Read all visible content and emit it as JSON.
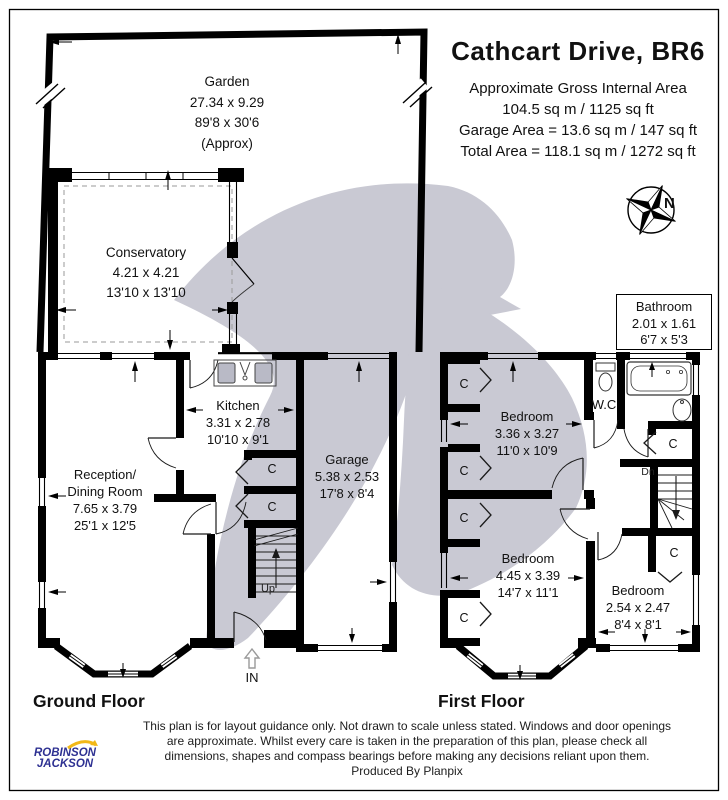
{
  "header": {
    "title": "Cathcart Drive, BR6",
    "line1": "Approximate Gross Internal Area",
    "line2": "104.5 sq m / 1125 sq ft",
    "line3": "Garage Area = 13.6 sq m / 147 sq ft",
    "line4": "Total Area = 118.1 sq m / 1272 sq ft"
  },
  "compass": {
    "north": "N"
  },
  "ground_floor": {
    "label": "Ground Floor",
    "garden": {
      "name": "Garden",
      "metric": "27.34 x 9.29",
      "imperial": "89'8 x 30'6",
      "note": "(Approx)"
    },
    "conservatory": {
      "name": "Conservatory",
      "metric": "4.21 x 4.21",
      "imperial": "13'10 x 13'10"
    },
    "kitchen": {
      "name": "Kitchen",
      "metric": "3.31 x 2.78",
      "imperial": "10'10 x 9'1"
    },
    "garage": {
      "name": "Garage",
      "metric": "5.38 x 2.53",
      "imperial": "17'8 x 8'4"
    },
    "reception": {
      "name_line1": "Reception/",
      "name_line2": "Dining Room",
      "metric": "7.65 x 3.79",
      "imperial": "25'1 x 12'5"
    },
    "stairs_label": "Up",
    "entrance_label": "IN"
  },
  "first_floor": {
    "label": "First Floor",
    "bathroom": {
      "name": "Bathroom",
      "metric": "2.01 x 1.61",
      "imperial": "6'7 x 5'3"
    },
    "wc": {
      "name": "W.C"
    },
    "bedroom_front": {
      "name": "Bedroom",
      "metric": "3.36 x 3.27",
      "imperial": "11'0 x 10'9"
    },
    "bedroom_middle": {
      "name": "Bedroom",
      "metric": "4.45 x 3.39",
      "imperial": "14'7 x 11'1"
    },
    "bedroom_back": {
      "name": "Bedroom",
      "metric": "2.54 x 2.47",
      "imperial": "8'4 x 8'1"
    },
    "stairs_label": "Dn"
  },
  "annotations": {
    "closet": "C"
  },
  "footer": {
    "disclaimer1": "This plan is for layout guidance only. Not drawn to scale unless stated. Windows and door openings",
    "disclaimer2": "are approximate. Whilst every care is taken in the preparation of this plan, please check all",
    "disclaimer3": "dimensions, shapes and compass bearings before making any decisions reliant upon them.",
    "disclaimer4": "Produced By Planpix"
  },
  "logo": {
    "line1": "ROBINSON",
    "line2": "JACKSON"
  },
  "colors": {
    "wall": "#000000",
    "watermark": "#c9c9d3",
    "logo_blue": "#2e3192",
    "logo_yellow": "#f2b818"
  }
}
